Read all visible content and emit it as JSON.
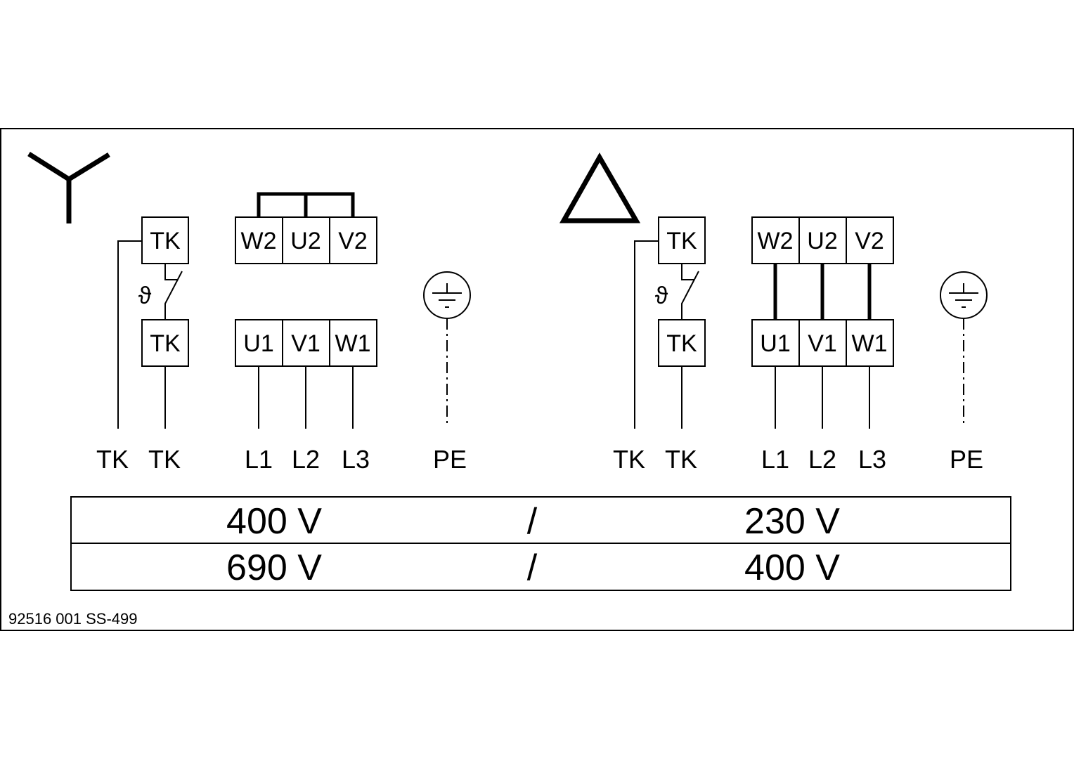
{
  "star": {
    "symbol": "star-wye",
    "terminals_top": [
      "W2",
      "U2",
      "V2"
    ],
    "terminals_bottom": [
      "U1",
      "V1",
      "W1"
    ],
    "thermal": [
      "TK",
      "TK"
    ],
    "bottom_labels": [
      "TK",
      "TK",
      "L1",
      "L2",
      "L3",
      "PE"
    ]
  },
  "delta": {
    "symbol": "delta-triangle",
    "terminals_top": [
      "W2",
      "U2",
      "V2"
    ],
    "terminals_bottom": [
      "U1",
      "V1",
      "W1"
    ],
    "thermal": [
      "TK",
      "TK"
    ],
    "bottom_labels": [
      "TK",
      "TK",
      "L1",
      "L2",
      "L3",
      "PE"
    ]
  },
  "voltage_table": {
    "rows": [
      {
        "star": "400 V",
        "sep": "/",
        "delta": "230 V"
      },
      {
        "star": "690 V",
        "sep": "/",
        "delta": "400 V"
      }
    ]
  },
  "footer": "92516 001  SS-499"
}
